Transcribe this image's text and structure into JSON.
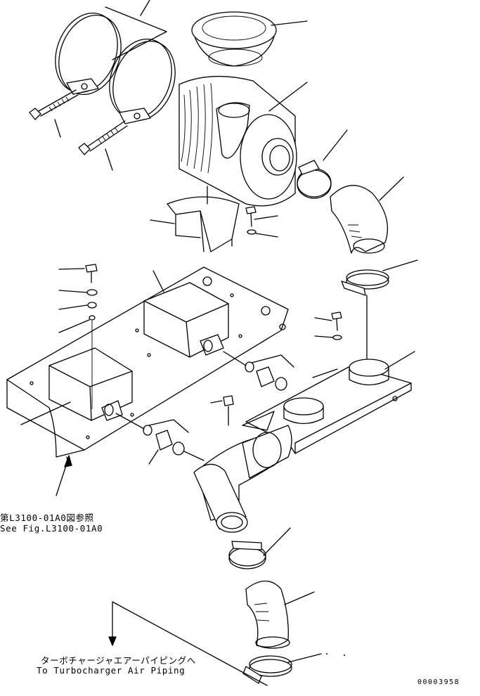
{
  "refs": {
    "jp_ref": "第L3100-01A0図参照",
    "en_ref": "See Fig.L3100-01A0"
  },
  "destination": {
    "jp_label": "ターボチャージャエアーパイピングへ",
    "en_label": "To Turbocharger Air Piping"
  },
  "drawing_number": "00003958"
}
